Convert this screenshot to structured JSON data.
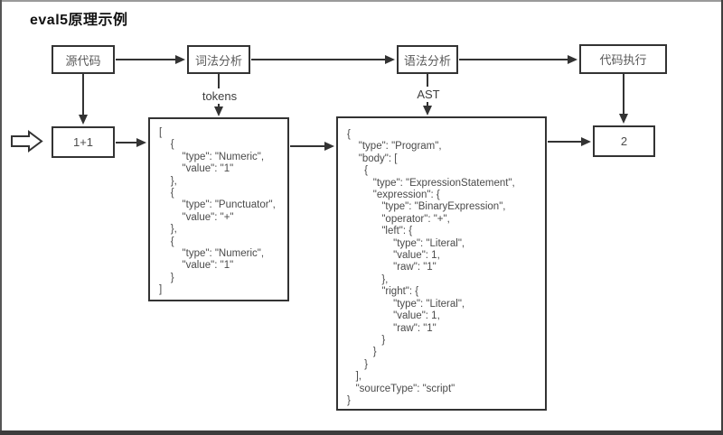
{
  "title": "eval5原理示例",
  "nodes": {
    "source": {
      "label": "源代码"
    },
    "lexer": {
      "label": "词法分析"
    },
    "parser": {
      "label": "语法分析"
    },
    "executor": {
      "label": "代码执行"
    },
    "input": {
      "label": "1+1"
    },
    "result": {
      "label": "2"
    }
  },
  "edge_labels": {
    "tokens": "tokens",
    "ast": "AST"
  },
  "code": {
    "tokens": "[\n    {\n        \"type\": \"Numeric\",\n        \"value\": \"1\"\n    },\n    {\n        \"type\": \"Punctuator\",\n        \"value\": \"+\"\n    },\n    {\n        \"type\": \"Numeric\",\n        \"value\": \"1\"\n    }\n]",
    "ast": "{\n    \"type\": \"Program\",\n    \"body\": [\n      {\n         \"type\": \"ExpressionStatement\",\n         \"expression\": {\n            \"type\": \"BinaryExpression\",\n            \"operator\": \"+\",\n            \"left\": {\n                \"type\": \"Literal\",\n                \"value\": 1,\n                \"raw\": \"1\"\n            },\n            \"right\": {\n                \"type\": \"Literal\",\n                \"value\": 1,\n                \"raw\": \"1\"\n            }\n         }\n      }\n   ],\n   \"sourceType\": \"script\"\n}"
  },
  "colors": {
    "line": "#333333",
    "bottom_bar": "#3d3d3d"
  }
}
